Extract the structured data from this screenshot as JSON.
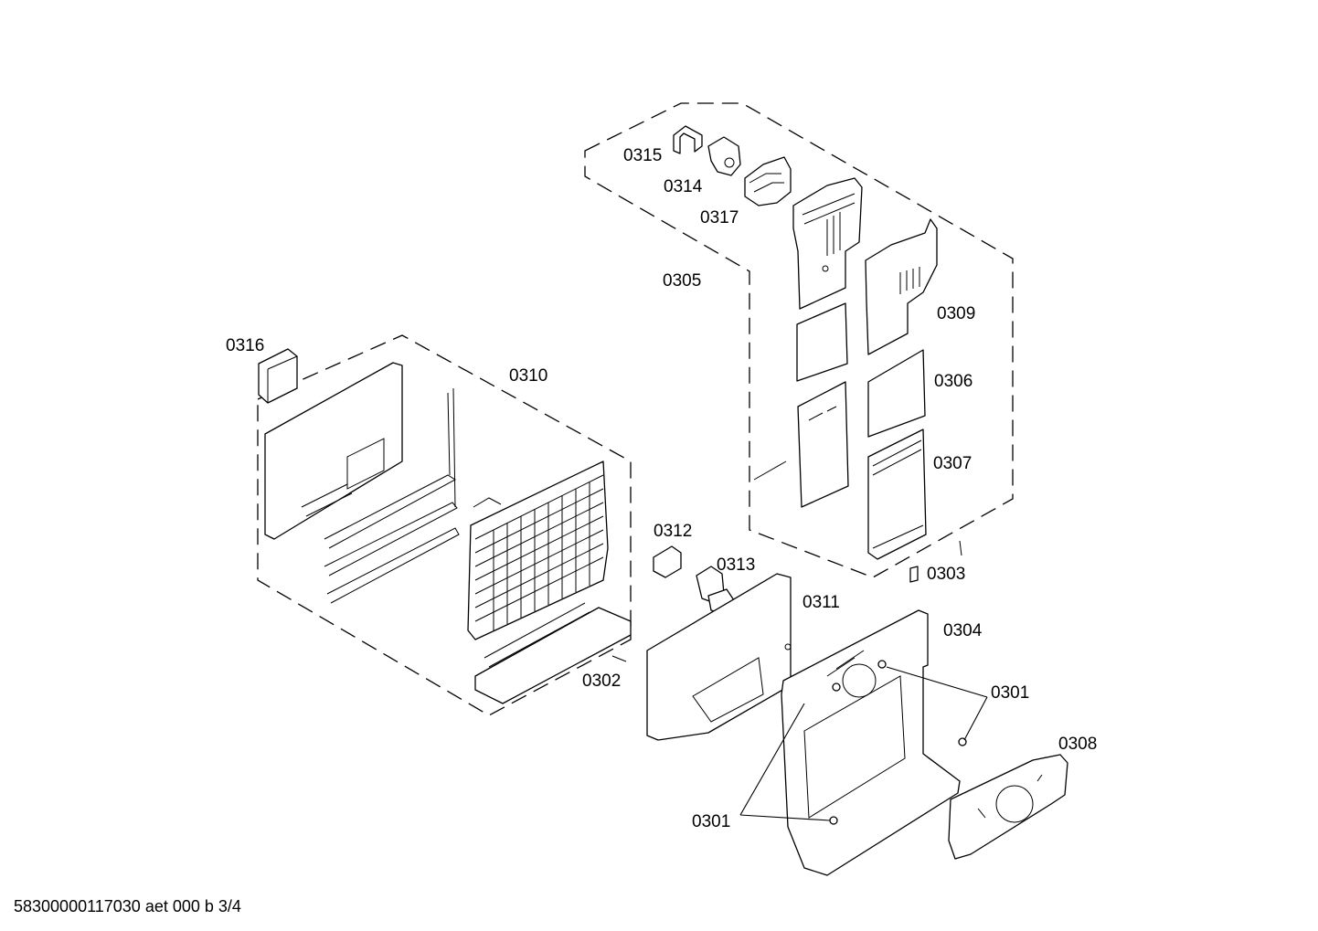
{
  "labels": {
    "p0315": "0315",
    "p0314": "0314",
    "p0317": "0317",
    "p0305": "0305",
    "p0309": "0309",
    "p0306": "0306",
    "p0307": "0307",
    "p0303": "0303",
    "p0316": "0316",
    "p0310": "0310",
    "p0312": "0312",
    "p0313": "0313",
    "p0311": "0311",
    "p0304": "0304",
    "p0302": "0302",
    "p0301a": "0301",
    "p0301b": "0301",
    "p0308": "0308"
  },
  "footer": {
    "reference": "58300000117030 aet 000 b 3/4"
  }
}
